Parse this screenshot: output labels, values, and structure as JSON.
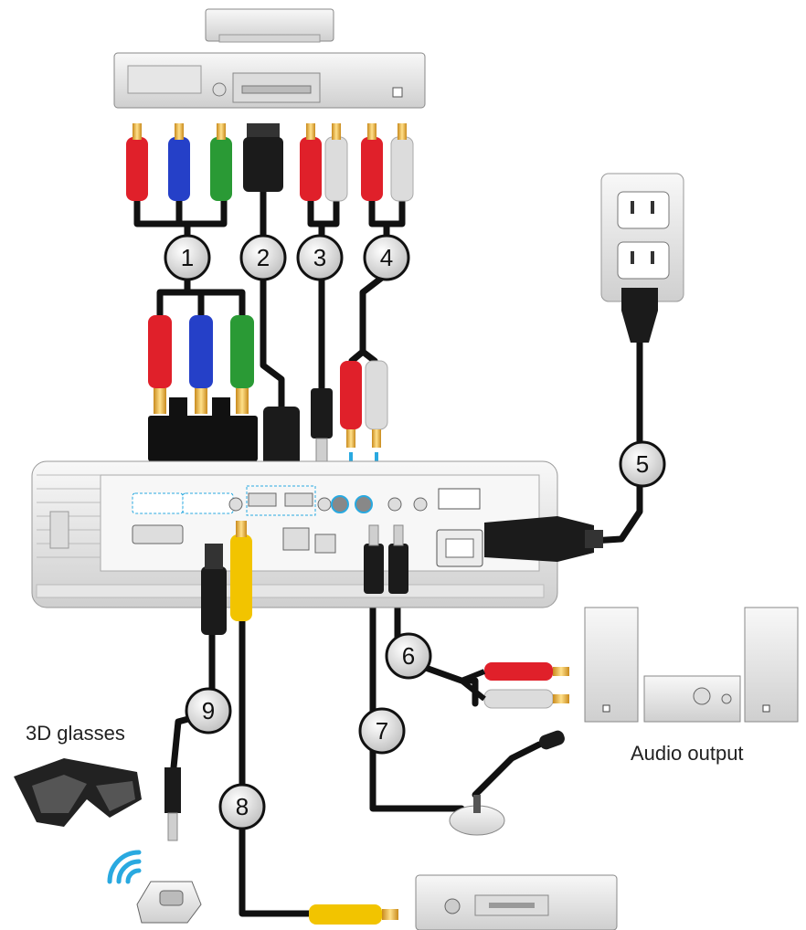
{
  "labels": {
    "glasses": "3D glasses",
    "audio_output": "Audio output"
  },
  "callouts": [
    "1",
    "2",
    "3",
    "4",
    "5",
    "6",
    "7",
    "8",
    "9"
  ],
  "colors": {
    "cable": "#111111",
    "red": "#e0202a",
    "blue": "#2540c8",
    "green": "#2a9a35",
    "white": "#dcdcdc",
    "yellow": "#f2c400",
    "cyan_link": "#29a9e0",
    "chassis": "#f2f2f2",
    "outline": "#9a9a9a"
  },
  "icons": [
    "dvd-player-icon",
    "power-outlet-icon",
    "projector-icon",
    "speaker-system-icon",
    "microphone-icon",
    "3d-glasses-icon",
    "ir-emitter-icon",
    "wireless-signal-icon",
    "video-player-icon"
  ]
}
